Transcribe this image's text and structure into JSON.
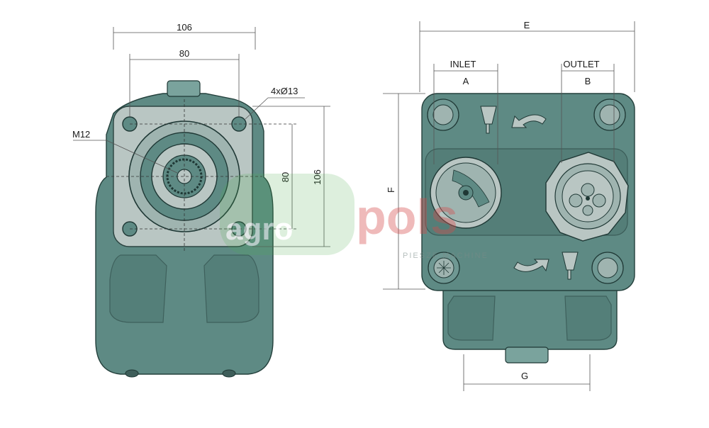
{
  "left_view": {
    "dim_overall_width": "106",
    "dim_bolt_width": "80",
    "dim_bolt_height": "80",
    "dim_overall_height": "106",
    "label_holes": "4xØ13",
    "label_thread": "M12"
  },
  "right_view": {
    "dim_E": "E",
    "dim_F": "F",
    "dim_G": "G",
    "inlet_label": "INLET",
    "inlet_port": "A",
    "outlet_label": "OUTLET",
    "outlet_port": "B"
  },
  "watermark": {
    "logo_left": "agro",
    "logo_right": "pols",
    "tagline": "PIESZE MACHINE"
  },
  "colors": {
    "body": "#5e8a84",
    "flange": "#b9c6c3",
    "watermark_green": "#4caf50",
    "watermark_red": "#d44a4a"
  }
}
